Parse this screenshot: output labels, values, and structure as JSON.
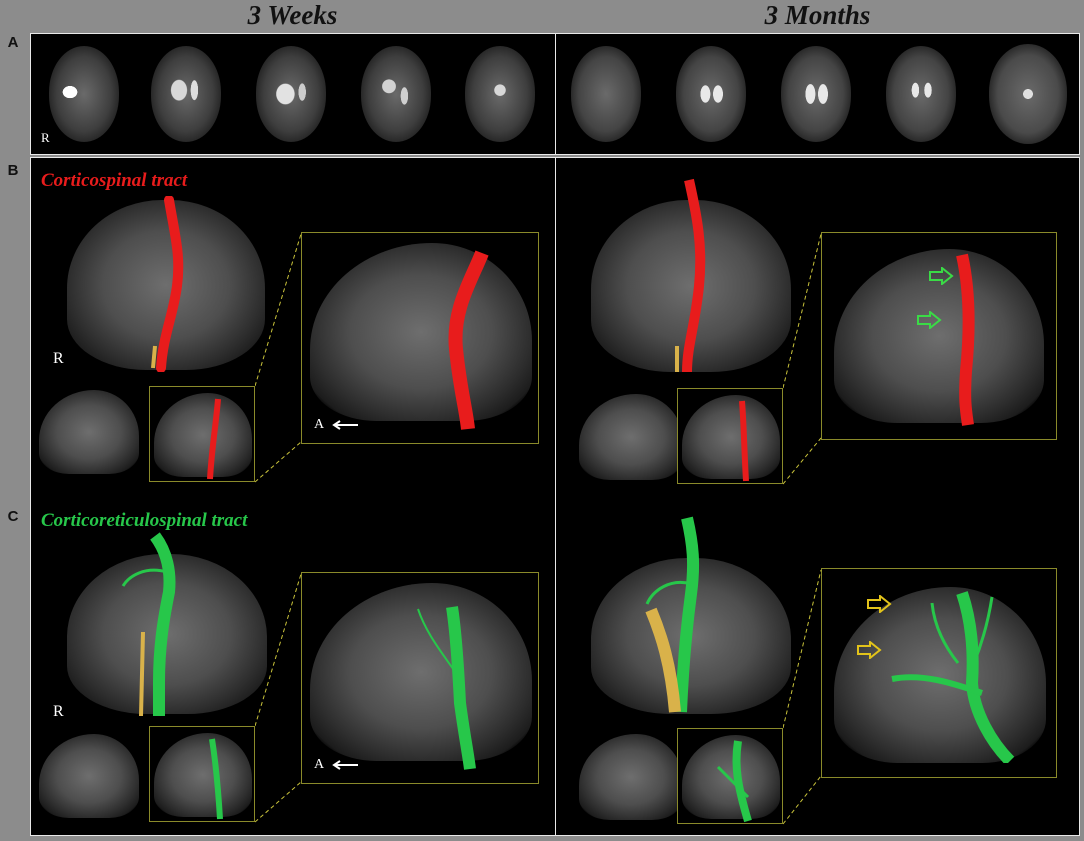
{
  "columns": {
    "left": "3 Weeks",
    "right": "3 Months"
  },
  "rows": {
    "a": "A",
    "b": "B",
    "c": "C"
  },
  "panel_a": {
    "side_label": "R"
  },
  "panel_b": {
    "title": "Corticospinal tract",
    "side_label": "R",
    "anterior_label": "A",
    "color": "#e81c1c"
  },
  "panel_c": {
    "title": "Corticoreticulospinal tract",
    "side_label": "R",
    "anterior_label": "A",
    "color": "#27c74a"
  },
  "colors": {
    "frame": "#8c8c8c",
    "panel": "#000000",
    "inset_border": "#b8b33a",
    "arrow_green": "#3adb46",
    "arrow_yellow": "#e2c31a",
    "other_tract": "#d9b24a"
  },
  "icons": [
    "arrow-left-icon",
    "outline-arrow-right-icon"
  ]
}
